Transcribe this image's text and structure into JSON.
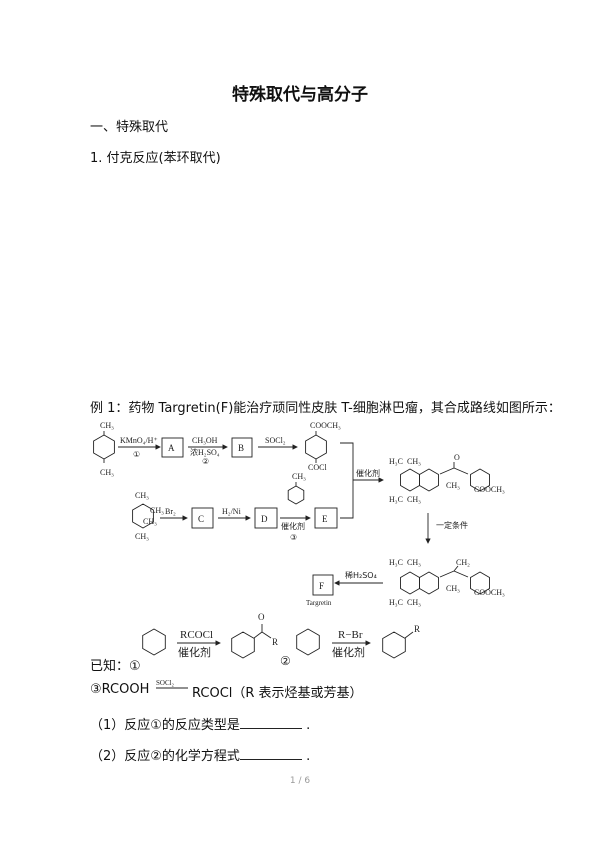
{
  "title": "特殊取代与高分子",
  "section1": "一、特殊取代",
  "subsection1": "1. 付克反应(苯环取代)",
  "example1": "例 1：药物 Targretin(F)能治疗顽同性皮肤 T-细胞淋巴瘤，其合成路线如图所示：",
  "scheme": {
    "r1": "KMnO₄/H⁺",
    "n1": "①",
    "A": "A",
    "r2a": "CH₃OH",
    "r2b": "浓H₂SO₄",
    "n2": "②",
    "B": "B",
    "r3": "SOCl₂",
    "cooch3": "COOCH₃",
    "cocl": "COCl",
    "ch3": "CH₃",
    "br2": "Br₂",
    "C": "C",
    "h2ni": "H₂/Ni",
    "D": "D",
    "cat": "催化剂",
    "n3": "③",
    "E": "E",
    "cond": "一定条件",
    "h3c": "H₃C",
    "ch2": "CH₂",
    "o": "O",
    "dil": "稀H₂SO₄",
    "F": "F",
    "targretin": "Targretin"
  },
  "known": {
    "label": "已知：①",
    "rcocl": "RCOCl",
    "cat": "催化剂",
    "r": "R",
    "o": "O",
    "n2": "②",
    "rbr": "R−Br",
    "line3_a": "③RCOOH",
    "socl2": "SOCl₂",
    "line3_b": "RCOCl（R 表示烃基或芳基）"
  },
  "questions": [
    {
      "text": "（1）反应①的反应类型是",
      "end": "."
    },
    {
      "text": "（2）反应②的化学方程式",
      "end": "."
    }
  ],
  "page_number": "1 / 6"
}
